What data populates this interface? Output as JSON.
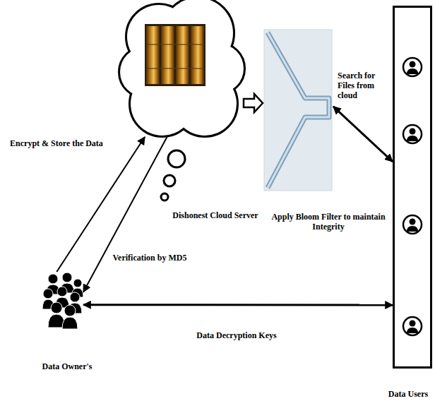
{
  "diagram": {
    "nodes": [
      {
        "text": [
          "Dishonest Cloud Server"
        ]
      },
      {
        "text": [
          "Apply Bloom Filter to maintain Integrity"
        ]
      },
      {
        "text": [
          "Data Users"
        ]
      },
      {
        "text": [
          "Data Owner's"
        ]
      }
    ],
    "edges": [
      {
        "from": 3,
        "to": 0,
        "arrow": "to",
        "label": "Encrypt & Store the Data"
      },
      {
        "from": 0,
        "to": 3,
        "arrow": "to",
        "label": "Verification by MD5"
      },
      {
        "from": 0,
        "to": 1,
        "arrow": "to"
      },
      {
        "from": 1,
        "to": 2,
        "arrow": "both",
        "label": "Search for Files from cloud"
      },
      {
        "from": 3,
        "to": 2,
        "arrow": "both",
        "label": "Data Decryption Keys"
      }
    ]
  }
}
